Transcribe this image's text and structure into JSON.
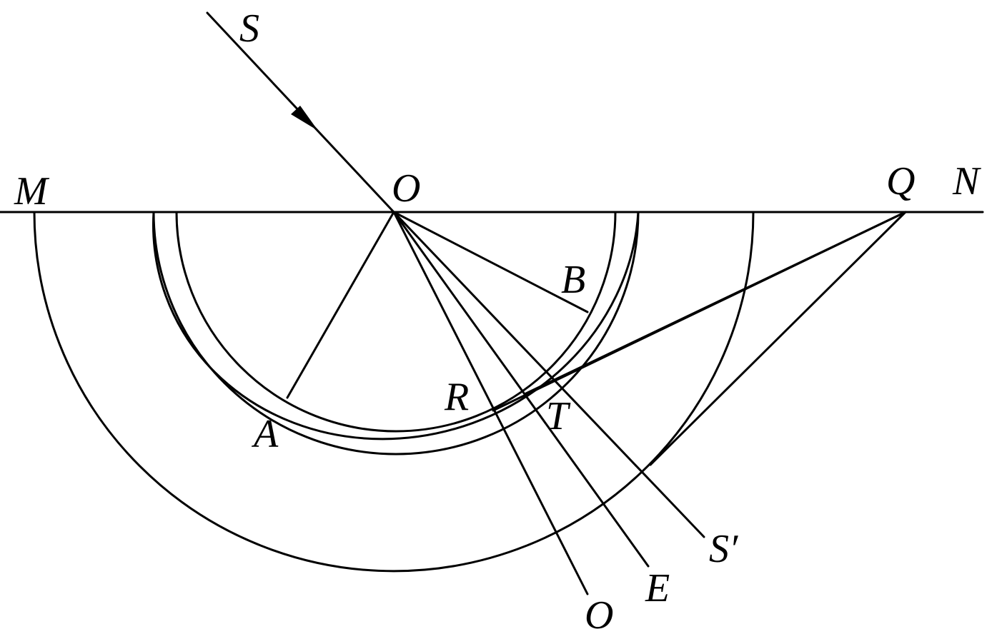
{
  "diagram": {
    "labels": {
      "S": "S",
      "O_top": "O",
      "M": "M",
      "N": "N",
      "Q": "Q",
      "B": "B",
      "A": "A",
      "R": "R",
      "T": "T",
      "S_prime": "S′",
      "E": "E",
      "O_bottom": "O"
    },
    "colors": {
      "stroke": "#000000",
      "background": "#ffffff"
    }
  }
}
